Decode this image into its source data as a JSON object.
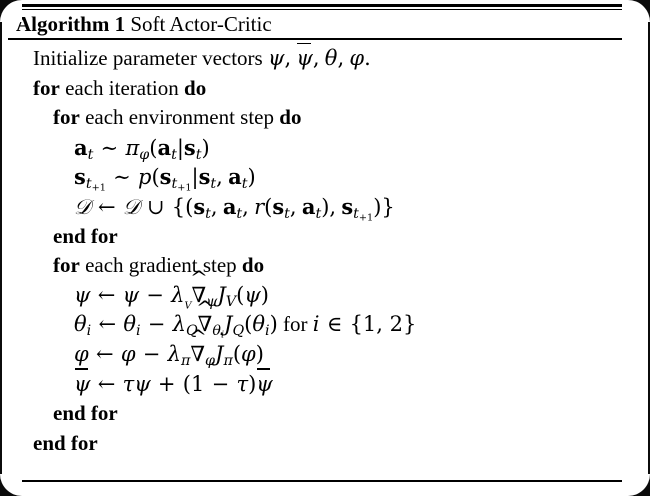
{
  "figure": {
    "name": "algorithm-box",
    "title_keyword": "Algorithm 1",
    "title_text": "Soft Actor-Critic",
    "background_color": "#ffffff",
    "rule_color": "#000000"
  },
  "lines": [
    {
      "id": "line-initialize",
      "indent": 0,
      "kind": "statement",
      "text": "Initialize parameter vectors ψ, ψ̄, θ, φ.",
      "parts": [
        {
          "type": "roman",
          "text": "Initialize parameter vectors "
        },
        {
          "type": "math",
          "text": "ψ"
        },
        {
          "type": "roman",
          "text": ", "
        },
        {
          "type": "math-bar",
          "text": "ψ"
        },
        {
          "type": "roman",
          "text": ", "
        },
        {
          "type": "math",
          "text": "θ"
        },
        {
          "type": "roman",
          "text": ", "
        },
        {
          "type": "math",
          "text": "φ"
        },
        {
          "type": "roman",
          "text": "."
        }
      ]
    },
    {
      "id": "line-for-iteration",
      "indent": 0,
      "kind": "control",
      "text": "for each iteration do",
      "keyword_start": "for",
      "middle": "each iteration",
      "keyword_end": "do"
    },
    {
      "id": "line-for-env-step",
      "indent": 1,
      "kind": "control",
      "text": "for each environment step do",
      "keyword_start": "for",
      "middle": "each environment step",
      "keyword_end": "do"
    },
    {
      "id": "line-sample-action",
      "indent": 2,
      "kind": "equation",
      "text": "a_t ~ π_φ(a_t|s_t)"
    },
    {
      "id": "line-sample-state",
      "indent": 2,
      "kind": "equation",
      "text": "s_{t+1} ~ p(s_{t+1}|s_t, a_t)"
    },
    {
      "id": "line-replay-buffer",
      "indent": 2,
      "kind": "equation",
      "text": "D ← D ∪ {(s_t, a_t, r(s_t, a_t), s_{t+1})}"
    },
    {
      "id": "line-end-for-env",
      "indent": 1,
      "kind": "control",
      "text": "end for"
    },
    {
      "id": "line-for-gradient-step",
      "indent": 1,
      "kind": "control",
      "text": "for each gradient step do",
      "keyword_start": "for",
      "middle": "each gradient step",
      "keyword_end": "do"
    },
    {
      "id": "line-update-psi",
      "indent": 2,
      "kind": "equation",
      "text": "ψ ← ψ − λ_V ∇̂_ψ J_V(ψ)"
    },
    {
      "id": "line-update-theta",
      "indent": 2,
      "kind": "equation",
      "text": "θ_i ← θ_i − λ_Q ∇̂_{θ_i} J_Q(θ_i) for i ∈ {1, 2}"
    },
    {
      "id": "line-update-phi",
      "indent": 2,
      "kind": "equation",
      "text": "φ ← φ − λ_π ∇̂_φ J_π(φ)"
    },
    {
      "id": "line-update-target",
      "indent": 2,
      "kind": "equation",
      "text": "ψ̄ ← τψ + (1 − τ)ψ̄"
    },
    {
      "id": "line-end-for-gradient",
      "indent": 1,
      "kind": "control",
      "text": "end for"
    },
    {
      "id": "line-end-for-iteration",
      "indent": 0,
      "kind": "control",
      "text": "end for"
    }
  ],
  "symbols": {
    "psi": "ψ",
    "psi_bar": "ψ̄",
    "theta": "θ",
    "phi": "φ",
    "pi": "π",
    "lambda": "λ",
    "tau": "τ",
    "nabla_hat": "∇̂",
    "script_d": "𝒟",
    "arrow_left": "←",
    "tilde": "∼",
    "union": "∪",
    "element_of": "∈",
    "minus": "−",
    "plus": "+"
  },
  "labels": {
    "keyword_for": "for",
    "keyword_do": "do",
    "keyword_end_for": "end for",
    "word_each_iteration": "each iteration",
    "word_each_environment_step": "each environment step",
    "word_each_gradient_step": "each gradient step",
    "word_for_i_in": "for",
    "set_one_two": "{1, 2}"
  }
}
